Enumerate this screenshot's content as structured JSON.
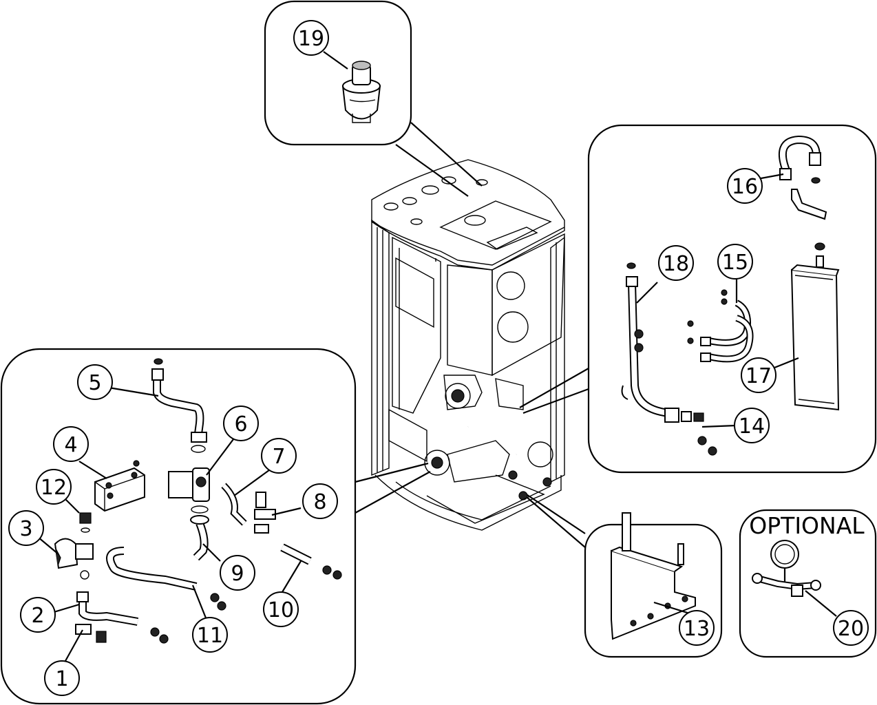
{
  "callouts": [
    {
      "id": "c1",
      "label": "1"
    },
    {
      "id": "c2",
      "label": "2"
    },
    {
      "id": "c3",
      "label": "3"
    },
    {
      "id": "c4",
      "label": "4"
    },
    {
      "id": "c5",
      "label": "5"
    },
    {
      "id": "c6",
      "label": "6"
    },
    {
      "id": "c7",
      "label": "7"
    },
    {
      "id": "c8",
      "label": "8"
    },
    {
      "id": "c9",
      "label": "9"
    },
    {
      "id": "c10",
      "label": "10"
    },
    {
      "id": "c11",
      "label": "11"
    },
    {
      "id": "c12",
      "label": "12"
    },
    {
      "id": "c13",
      "label": "13"
    },
    {
      "id": "c14",
      "label": "14"
    },
    {
      "id": "c15",
      "label": "15"
    },
    {
      "id": "c16",
      "label": "16"
    },
    {
      "id": "c17",
      "label": "17"
    },
    {
      "id": "c18",
      "label": "18"
    },
    {
      "id": "c19",
      "label": "19"
    },
    {
      "id": "c20",
      "label": "20"
    }
  ],
  "optional_label": "OPTIONAL"
}
